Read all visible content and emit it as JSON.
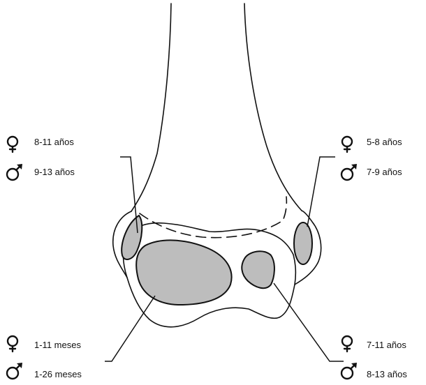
{
  "colors": {
    "outline": "#111111",
    "ossification_fill": "#bdbdbd",
    "background": "#ffffff"
  },
  "labels": {
    "medial_epicondyle": {
      "female_age": "8-11 años",
      "male_age": "9-13 años"
    },
    "lateral_epicondyle": {
      "female_age": "5-8 años",
      "male_age": "7-9 años"
    },
    "capitellum": {
      "female_age": "1-11 meses",
      "male_age": "1-26 meses"
    },
    "trochlea": {
      "female_age": "7-11 años",
      "male_age": "8-13 años"
    }
  },
  "icons": {
    "female": "female-symbol-icon",
    "male": "male-symbol-icon"
  }
}
